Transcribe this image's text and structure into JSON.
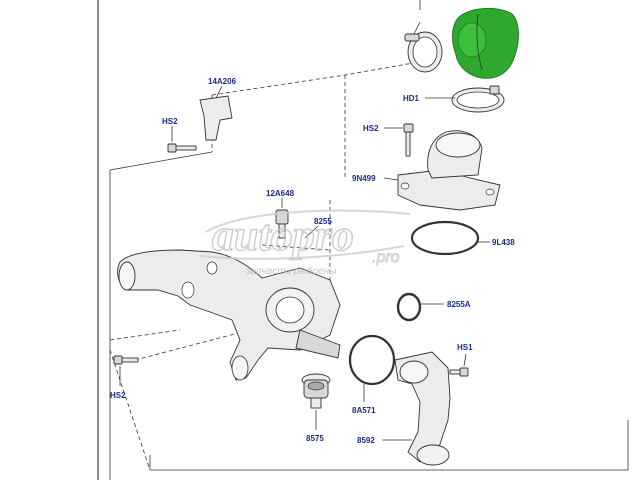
{
  "labels": {
    "l_14a206": "14A206",
    "l_hs2_top": "HS2",
    "l_12a648": "12A648",
    "l_8255_partial": "8255",
    "l_hd1": "HD1",
    "l_hs2_mid": "HS2",
    "l_9n499": "9N499",
    "l_9l438": "9L438",
    "l_8255a": "8255A",
    "l_hs1": "HS1",
    "l_hs2_bottom": "HS2",
    "l_8a571": "8A571",
    "l_8575": "8575",
    "l_8592": "8592"
  },
  "watermark": {
    "logo": "autopro",
    "logo_suffix": ".pro",
    "tagline": "запчасти рыбоены"
  },
  "colors": {
    "highlight_part": "#2fa82f",
    "label_text": "#1a2a8a",
    "line": "#222222"
  }
}
